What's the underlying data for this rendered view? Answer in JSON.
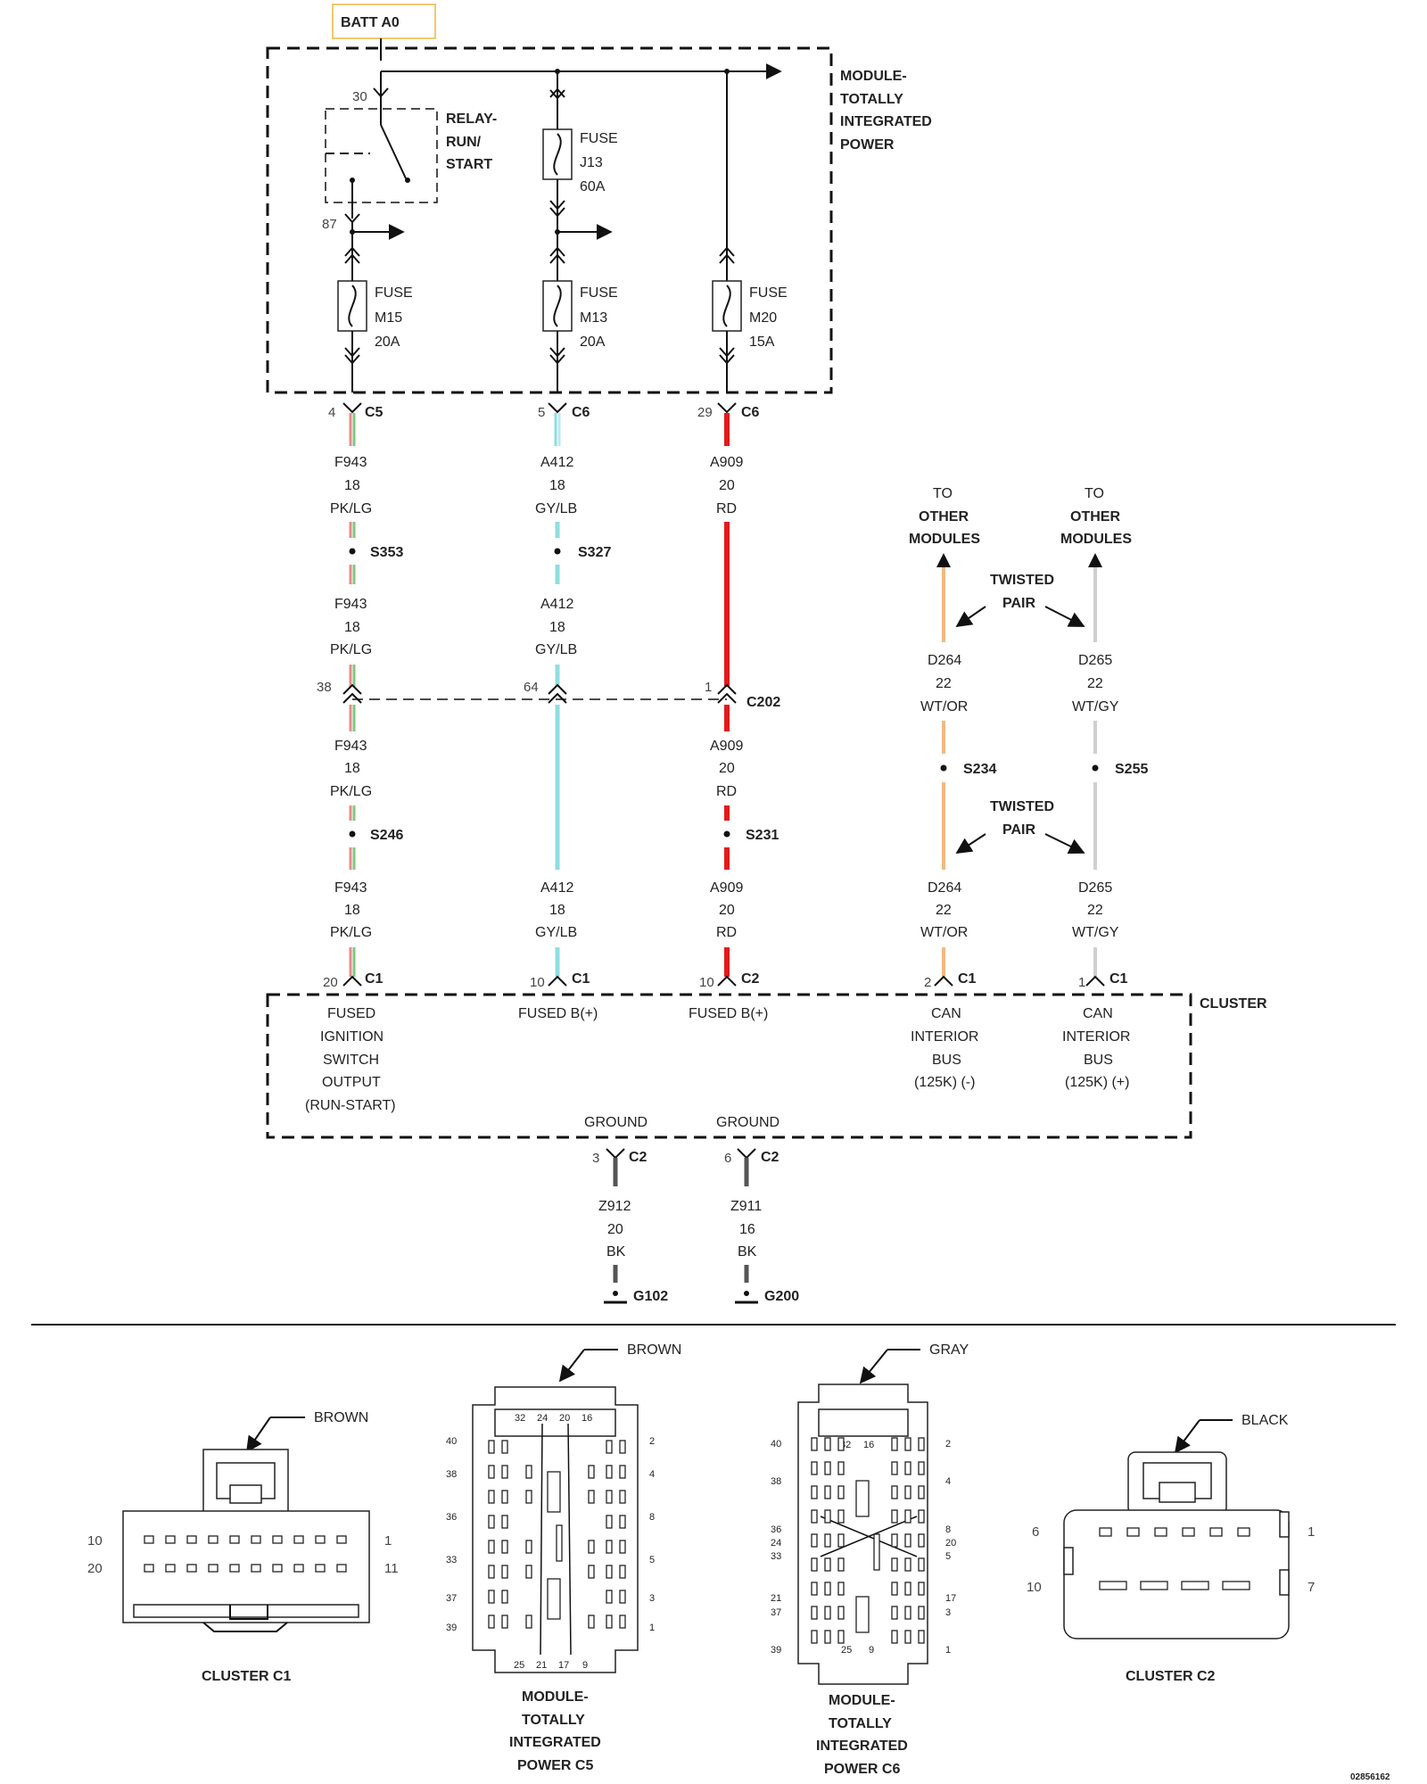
{
  "battery": {
    "label": "BATT A0"
  },
  "tipm": {
    "title_lines": [
      "MODULE-",
      "TOTALLY",
      "INTEGRATED",
      "POWER"
    ]
  },
  "relay": {
    "lines": [
      "RELAY-",
      "RUN/",
      "START"
    ],
    "pin_in": "30",
    "pin_out": "87"
  },
  "fuses": [
    {
      "id": "j13",
      "lines": [
        "FUSE",
        "J13",
        "60A"
      ]
    },
    {
      "id": "m15",
      "lines": [
        "FUSE",
        "M15",
        "20A"
      ]
    },
    {
      "id": "m13",
      "lines": [
        "FUSE",
        "M13",
        "20A"
      ]
    },
    {
      "id": "m20",
      "lines": [
        "FUSE",
        "M20",
        "15A"
      ]
    }
  ],
  "circuits": [
    {
      "id": "f943",
      "pin_top": "4",
      "conn_top": "C5",
      "wire_lines": [
        "F943",
        "18",
        "PK/LG"
      ],
      "splice1": "S353",
      "pin_mid": "38",
      "splice2": "S246",
      "pin_cluster": "20",
      "conn_cluster": "C1",
      "cluster_lines": [
        "FUSED",
        "IGNITION",
        "SWITCH",
        "OUTPUT",
        "(RUN-START)"
      ],
      "color_a": "#e98a8a",
      "color_b": "#7ec97e"
    },
    {
      "id": "a412",
      "pin_top": "5",
      "conn_top": "C6",
      "wire_lines": [
        "A412",
        "18",
        "GY/LB"
      ],
      "splice1": "S327",
      "pin_mid": "64",
      "pin_cluster": "10",
      "conn_cluster": "C1",
      "cluster_lines": [
        "FUSED B(+)"
      ],
      "color_a": "#8fdde0",
      "color_b": "#bde9ec"
    },
    {
      "id": "a909",
      "pin_top": "29",
      "conn_top": "C6",
      "wire_lines": [
        "A909",
        "20",
        "RD"
      ],
      "pin_mid": "1",
      "conn_mid": "C202",
      "splice2": "S231",
      "pin_cluster": "10",
      "conn_cluster": "C2",
      "cluster_lines": [
        "FUSED B(+)"
      ],
      "color_a": "#e31a1a",
      "color_b": "#e31a1a"
    },
    {
      "id": "d264",
      "to_lines": [
        "TO",
        "OTHER",
        "MODULES"
      ],
      "wire_lines": [
        "D264",
        "22",
        "WT/OR"
      ],
      "splice": "S234",
      "pin_cluster": "2",
      "conn_cluster": "C1",
      "cluster_lines": [
        "CAN",
        "INTERIOR",
        "BUS",
        "(125K) (-)"
      ],
      "color_a": "#f2b981",
      "color_b": "#f2b981"
    },
    {
      "id": "d265",
      "to_lines": [
        "TO",
        "OTHER",
        "MODULES"
      ],
      "wire_lines": [
        "D265",
        "22",
        "WT/GY"
      ],
      "splice": "S255",
      "pin_cluster": "1",
      "conn_cluster": "C1",
      "cluster_lines": [
        "CAN",
        "INTERIOR",
        "BUS",
        "(125K) (+)"
      ],
      "color_a": "#cfcfcf",
      "color_b": "#cfcfcf"
    }
  ],
  "twisted_pair": [
    "TWISTED",
    "PAIR"
  ],
  "cluster": {
    "title": "CLUSTER"
  },
  "grounds": [
    {
      "id": "z912",
      "label": "GROUND",
      "pin": "3",
      "conn": "C2",
      "wire_lines": [
        "Z912",
        "20",
        "BK"
      ],
      "ground": "G102"
    },
    {
      "id": "z911",
      "label": "GROUND",
      "pin": "6",
      "conn": "C2",
      "wire_lines": [
        "Z911",
        "16",
        "BK"
      ],
      "ground": "G200"
    }
  ],
  "connector_views": [
    {
      "id": "c1",
      "color": "BROWN",
      "title_lines": [
        "CLUSTER C1"
      ],
      "pins": [
        "10",
        "20",
        "1",
        "11"
      ]
    },
    {
      "id": "c5",
      "color": "BROWN",
      "title_lines": [
        "MODULE-",
        "TOTALLY",
        "INTEGRATED",
        "POWER C5"
      ],
      "top_pins": [
        "32",
        "24",
        "20",
        "16"
      ],
      "left_pins": [
        "40",
        "38",
        "36",
        "33",
        "37",
        "39"
      ],
      "right_pins": [
        "2",
        "4",
        "8",
        "5",
        "3",
        "1"
      ],
      "bottom_pins": [
        "25",
        "21",
        "17",
        "9"
      ]
    },
    {
      "id": "c6",
      "color": "GRAY",
      "title_lines": [
        "MODULE-",
        "TOTALLY",
        "INTEGRATED",
        "POWER C6"
      ],
      "top_pins": [
        "32",
        "16"
      ],
      "left_pins": [
        "40",
        "38",
        "36",
        "24",
        "33",
        "21",
        "37",
        "39"
      ],
      "right_pins": [
        "2",
        "4",
        "8",
        "20",
        "5",
        "17",
        "3",
        "1"
      ],
      "bottom_pins": [
        "25",
        "9"
      ]
    },
    {
      "id": "c2",
      "color": "BLACK",
      "title_lines": [
        "CLUSTER C2"
      ],
      "pins": [
        "6",
        "10",
        "1",
        "7"
      ]
    }
  ],
  "doc_id": "02856162"
}
